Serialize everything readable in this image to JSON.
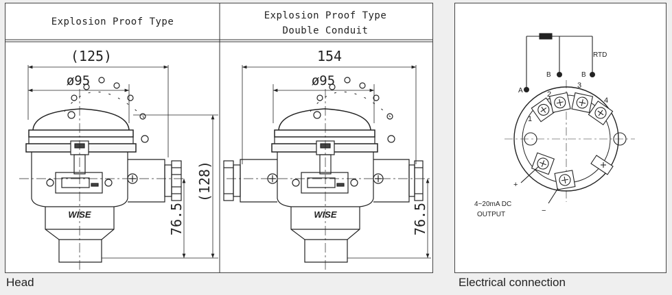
{
  "captions": {
    "head": "Head",
    "electrical": "Electrical connection"
  },
  "head": {
    "left": {
      "title": "Explosion Proof Type",
      "dim_width": "(125)",
      "dim_diameter": "ø95",
      "dim_height_a": "76.5",
      "dim_height_b": "(128)",
      "brand": "WISE"
    },
    "right": {
      "title_line1": "Explosion Proof Type",
      "title_line2": "Double Conduit",
      "dim_width": "154",
      "dim_diameter": "ø95",
      "dim_height": "76.5",
      "brand": "WISE"
    }
  },
  "electrical": {
    "rtd_label": "RTD",
    "terminal_a": "A",
    "terminal_b1": "B",
    "terminal_b2": "B",
    "num_1": "1",
    "num_2": "2",
    "num_3": "3",
    "num_4": "4",
    "plus": "+",
    "minus": "−",
    "output_line1": "4~20mA  DC",
    "output_line2": "OUTPUT"
  }
}
